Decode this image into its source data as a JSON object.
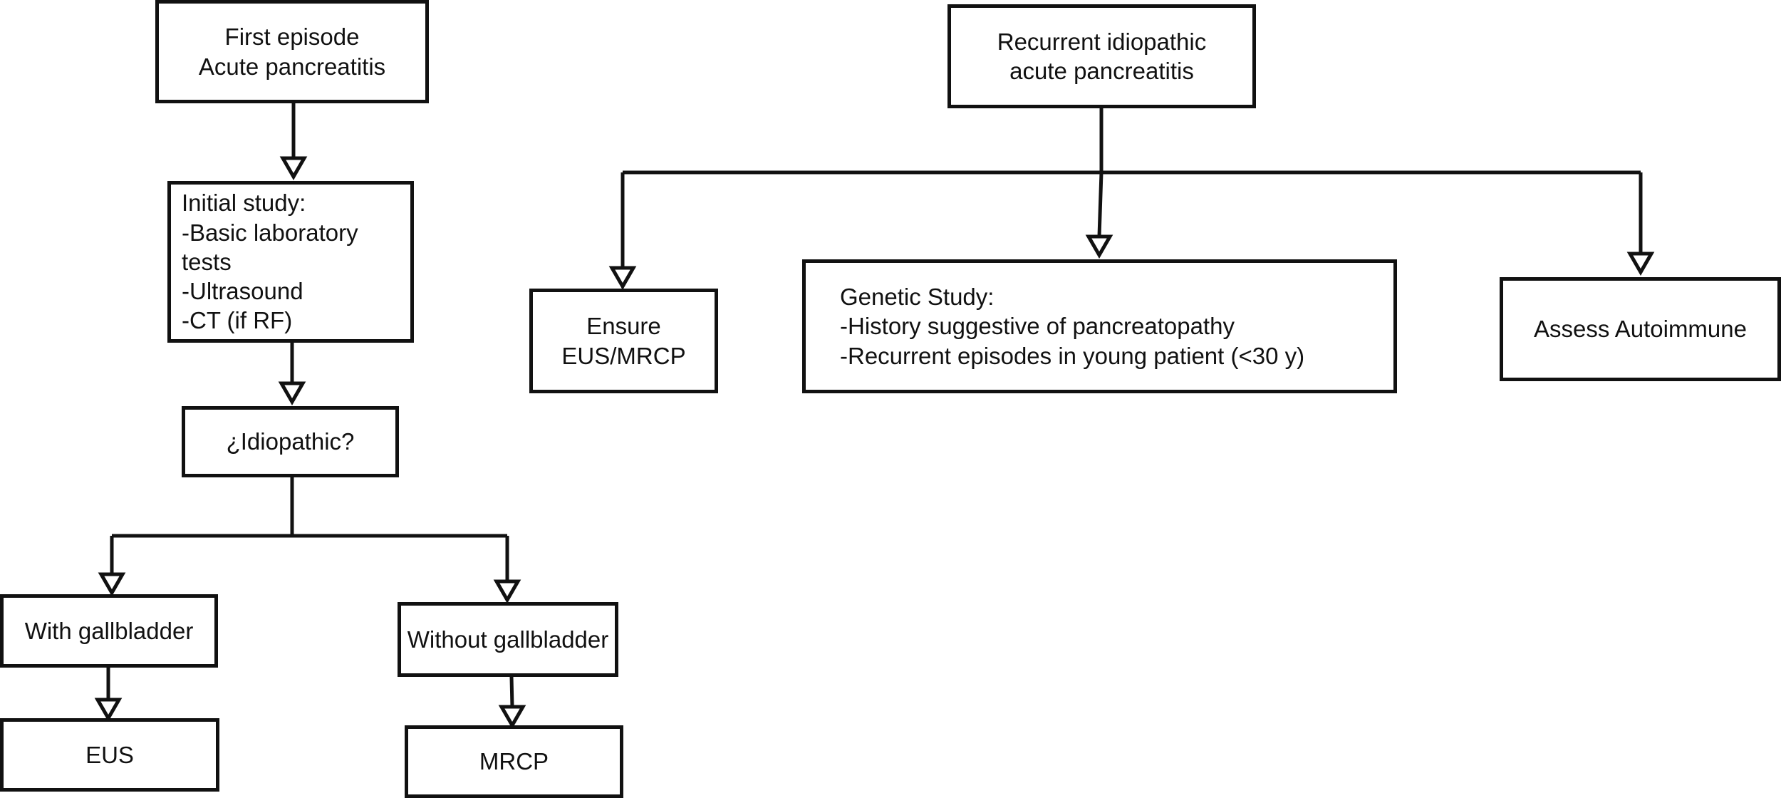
{
  "diagram": {
    "left_branch": {
      "start": {
        "line1": "First episode",
        "line2": "Acute pancreatitis"
      },
      "initial_study": {
        "heading": "Initial study:",
        "item1": "-Basic laboratory tests",
        "item2": "-Ultrasound",
        "item3": "-CT (if RF)"
      },
      "decision": {
        "label": "¿Idiopathic?"
      },
      "with_gallbladder": {
        "label": "With gallbladder"
      },
      "without_gallbladder": {
        "label": "Without gallbladder"
      },
      "eus": {
        "label": "EUS"
      },
      "mrcp": {
        "label": "MRCP"
      }
    },
    "right_branch": {
      "start": {
        "line1": "Recurrent idiopathic",
        "line2": "acute pancreatitis"
      },
      "ensure": {
        "line1": "Ensure",
        "line2": "EUS/MRCP"
      },
      "genetic": {
        "heading": "Genetic Study:",
        "item1": "-History suggestive of pancreatopathy",
        "item2": "-Recurrent episodes in young patient (<30 y)"
      },
      "autoimmune": {
        "label": "Assess Autoimmune"
      }
    }
  }
}
